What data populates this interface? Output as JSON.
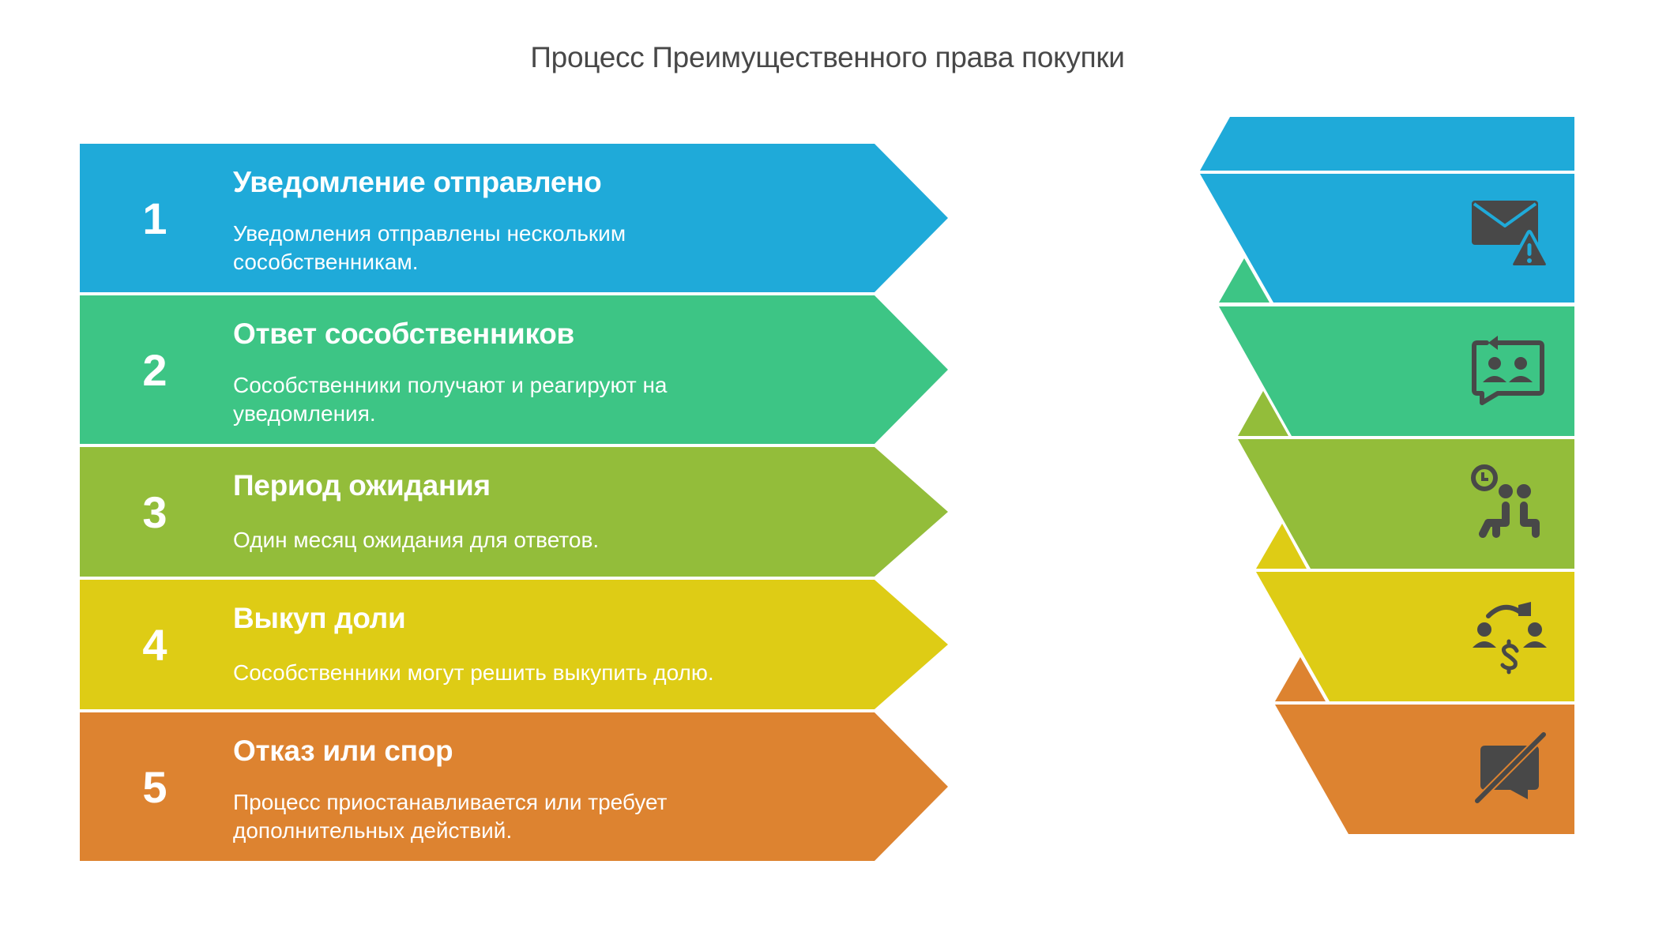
{
  "title": "Процесс Преимущественного права покупки",
  "colors": {
    "step1": "#1FAAD9",
    "step2": "#3DC585",
    "step3": "#93BD3A",
    "step4": "#DECC15",
    "step5": "#DD8330",
    "icon": "#484848",
    "title_text": "#484848"
  },
  "steps": [
    {
      "number": "1",
      "title": "Уведомление отправлено",
      "body": "Уведомления отправлены нескольким сособственникам.",
      "icon": "envelope-warning-icon"
    },
    {
      "number": "2",
      "title": "Ответ сособственников",
      "body": "Сособственники получают и реагируют на уведомления.",
      "icon": "chat-exchange-people-icon"
    },
    {
      "number": "3",
      "title": "Период ожидания",
      "body": "Один месяц ожидания для ответов.",
      "icon": "waiting-people-clock-icon"
    },
    {
      "number": "4",
      "title": "Выкуп доли",
      "body": "Сособственники могут решить выкупить долю.",
      "icon": "money-transfer-people-icon"
    },
    {
      "number": "5",
      "title": "Отказ или спор",
      "body": "Процесс приостанавливается или требует дополнительных действий.",
      "icon": "chat-off-icon"
    }
  ]
}
